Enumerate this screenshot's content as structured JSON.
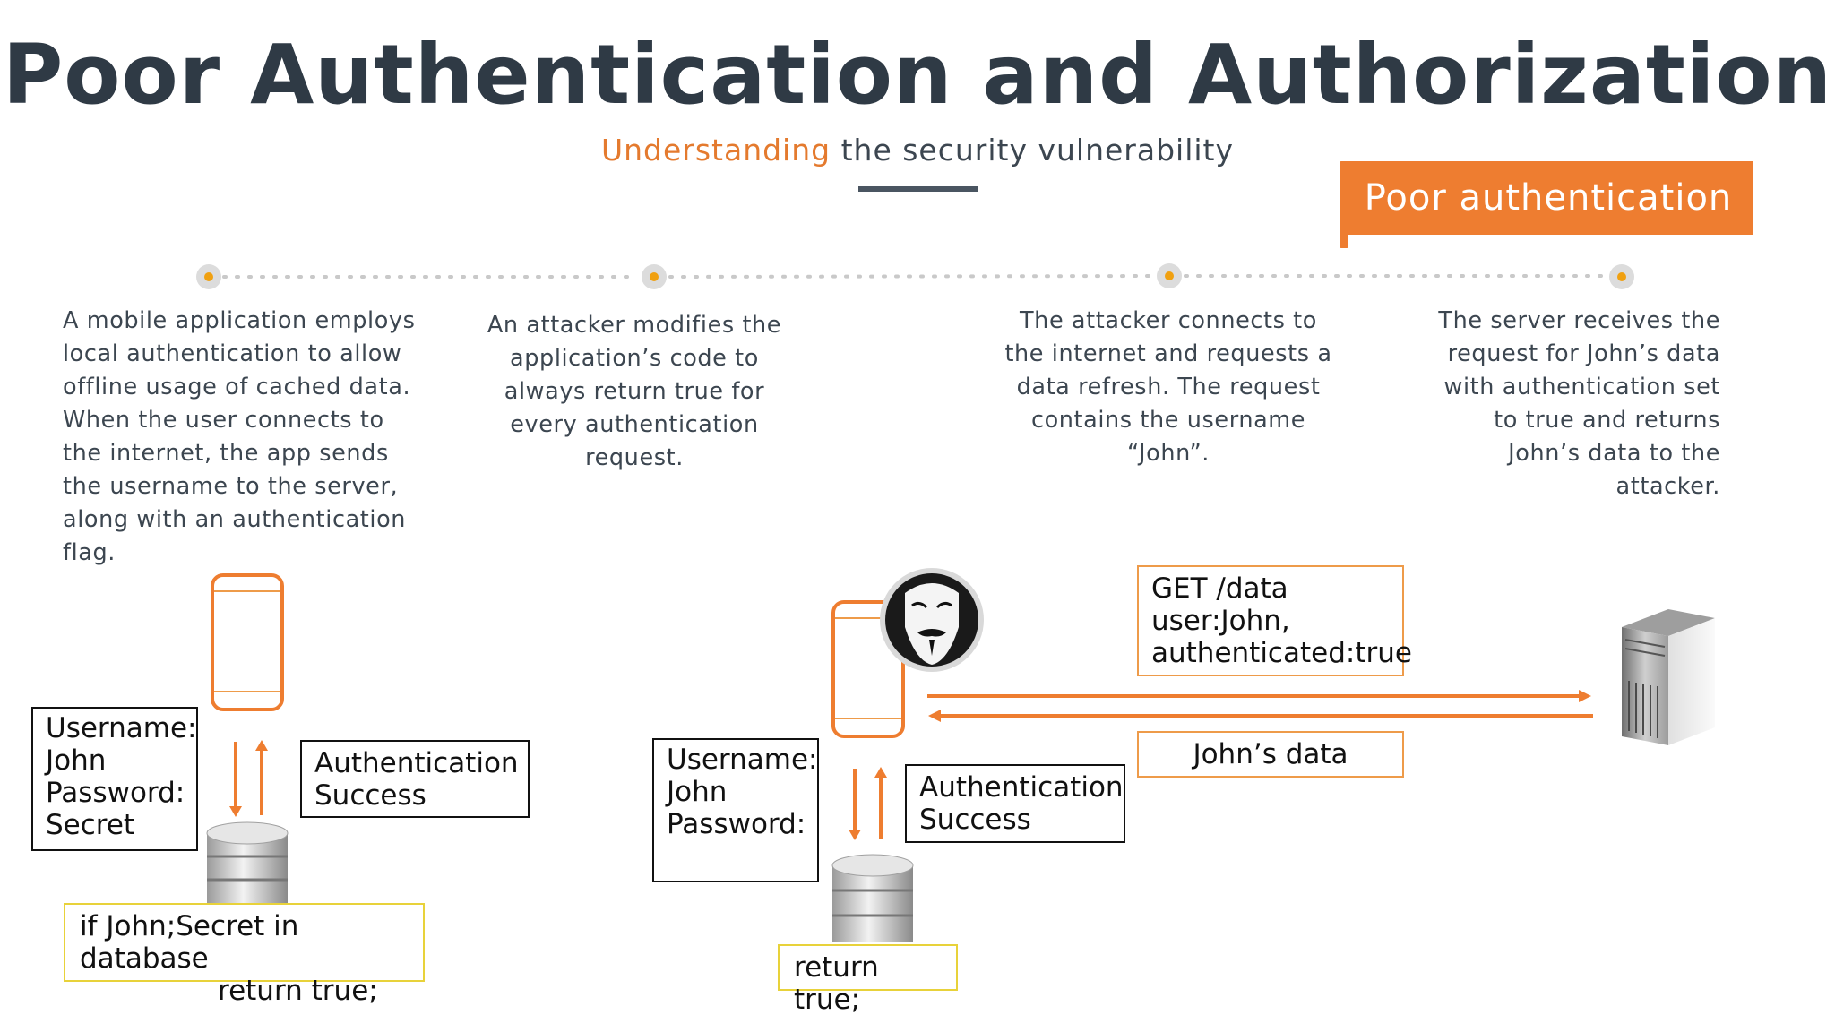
{
  "title": "Poor Authentication and Authorization",
  "subtitle": {
    "accent": "Understanding",
    "rest": " the security vulnerability"
  },
  "tag": "Poor authentication",
  "steps": [
    "A mobile application employs local authentication to allow offline usage of cached data. When the user connects to the internet, the app sends the username to the server, along with an authentication flag.",
    "An attacker modifies the application’s code to always return true for every authentication request.",
    "The attacker connects to the internet and requests a data refresh. The request contains the username “John”.",
    "The server receives the request for John’s data with authentication set to true and returns John’s data to the attacker."
  ],
  "left_scene": {
    "credentials": [
      "Username:",
      "John",
      "Password:",
      "Secret"
    ],
    "auth_result": [
      "Authentication",
      "Success"
    ],
    "db_code": [
      "if John;Secret in database",
      "return true;"
    ]
  },
  "right_scene": {
    "credentials": [
      "Username:",
      "John",
      "Password:"
    ],
    "auth_result": [
      "Authentication",
      "Success"
    ],
    "db_code": "return true;",
    "request": [
      "GET  /data",
      "user:John,",
      "authenticated:true"
    ],
    "response": "John’s data"
  },
  "colors": {
    "accent": "#ee7d30",
    "title": "#2f3a45",
    "code_border": "#e8d23a",
    "request_border": "#ee9b4a"
  },
  "icons": [
    "phone-icon",
    "database-icon",
    "hacker-mask-icon",
    "server-icon",
    "timeline-dot-icon"
  ]
}
